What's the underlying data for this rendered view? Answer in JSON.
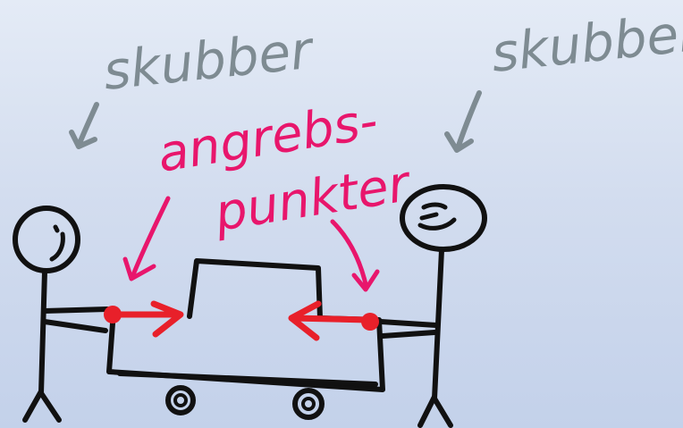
{
  "labels": {
    "pusher_left": "skubber",
    "pusher_right": "skubber",
    "contact_line1": "angrebs-",
    "contact_line2": "punkter"
  },
  "colors": {
    "background": "#d3ddef",
    "ink": "#111111",
    "label_gray": "#7e8b92",
    "contact_pink": "#e8166c",
    "force_red": "#e8202a"
  }
}
